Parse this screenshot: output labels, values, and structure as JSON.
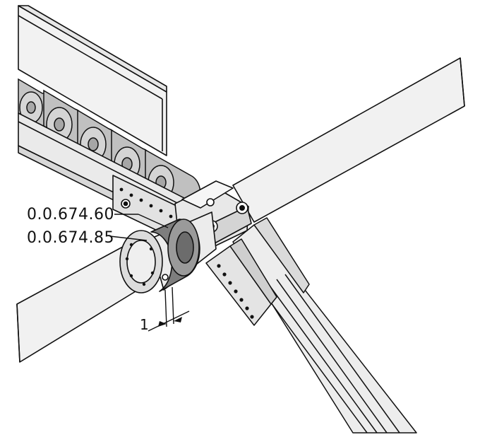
{
  "callouts": [
    {
      "text": "0.0.674.60"
    },
    {
      "text": "0.0.674.85"
    }
  ],
  "dimension": {
    "text": "1"
  },
  "colors": {
    "line": "#111111",
    "light_fill": "#f0f0f0",
    "mid_fill": "#dcdcdc",
    "roller_fill": "#bfbfbf",
    "dark_fill": "#8c8c8c",
    "background": "#ffffff"
  }
}
